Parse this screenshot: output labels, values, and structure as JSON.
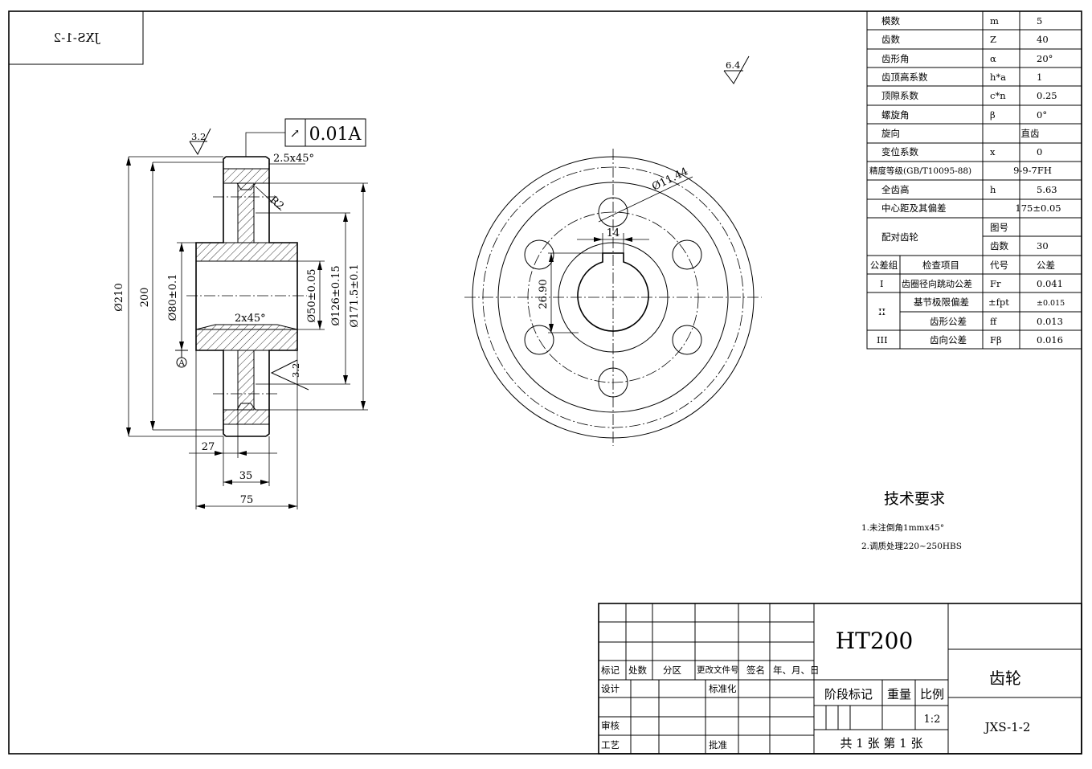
{
  "drawing_code_mirrored": "JXS-1-2",
  "tolerance_frame": {
    "symbol": "↗",
    "value": "0.01A"
  },
  "roughness": {
    "top": "6.4",
    "left": "3.2",
    "hub": "3.2"
  },
  "side_view": {
    "chamfer_top": "2.5x45°",
    "chamfer_bore": "2x45°",
    "fillet": "R2",
    "datum": "A",
    "dims": {
      "d210": "Ø210",
      "d200": "200",
      "d80": "Ø80±0.1",
      "d50": "Ø50±0.05",
      "d126": "Ø126±0.15",
      "d171": "Ø171.5±0.1",
      "w27": "27",
      "w35": "35",
      "w75": "75"
    }
  },
  "front_view": {
    "hole_dia": "Ø11.44",
    "key_width": "14",
    "key_depth": "26.90"
  },
  "gear_table": [
    {
      "name": "模数",
      "sym": "m",
      "val": "5"
    },
    {
      "name": "齿数",
      "sym": "Z",
      "val": "40"
    },
    {
      "name": "齿形角",
      "sym": "α",
      "val": "20°"
    },
    {
      "name": "齿顶高系数",
      "sym": "h*a",
      "val": "1"
    },
    {
      "name": "顶隙系数",
      "sym": "c*n",
      "val": "0.25"
    },
    {
      "name": "螺旋角",
      "sym": "β",
      "val": "0°"
    },
    {
      "name": "旋向",
      "span": "直齿"
    },
    {
      "name": "变位系数",
      "sym": "x",
      "val": "0"
    },
    {
      "name": "精度等级(GB/T10095-88)",
      "span": "9-9-7FH"
    },
    {
      "name": "全齿高",
      "sym": "h",
      "val": "5.63"
    },
    {
      "name": "中心距及其偏差",
      "span": "175±0.05"
    }
  ],
  "mating_gear": {
    "label": "配对齿轮",
    "drawing_no_label": "图号",
    "drawing_no": "",
    "teeth_label": "齿数",
    "teeth": "30"
  },
  "inspection": {
    "headers": [
      "公差组",
      "检查项目",
      "代号",
      "公差"
    ],
    "rows": [
      {
        "group": "I",
        "item": "齿圈径向跳动公差",
        "sym": "Fr",
        "val": "0.041"
      },
      {
        "group": "II",
        "item": "基节极限偏差",
        "sym": "±fpt",
        "val": "±0.015"
      },
      {
        "group": "",
        "item": "齿形公差",
        "sym": "ff",
        "val": "0.013"
      },
      {
        "group": "III",
        "item": "齿向公差",
        "sym": "Fβ",
        "val": "0.016"
      }
    ]
  },
  "tech_requirements": {
    "title": "技术要求",
    "items": [
      "1.未注倒角1mmx45°",
      "2.调质处理220~250HBS"
    ]
  },
  "title_block": {
    "material": "HT200",
    "part_name": "齿轮",
    "drawing_no": "JXS-1-2",
    "scale_label": "比例",
    "scale": "1:2",
    "stage_label": "阶段标记",
    "weight_label": "重量",
    "sheets": "共  1  张 第  1  张",
    "labels": {
      "mark": "标记",
      "count": "处数",
      "zone": "分区",
      "change_doc": "更改文件号",
      "sign": "签名",
      "date": "年、月、日",
      "design": "设计",
      "standard": "标准化",
      "review": "审核",
      "process": "工艺",
      "approve": "批准"
    }
  }
}
